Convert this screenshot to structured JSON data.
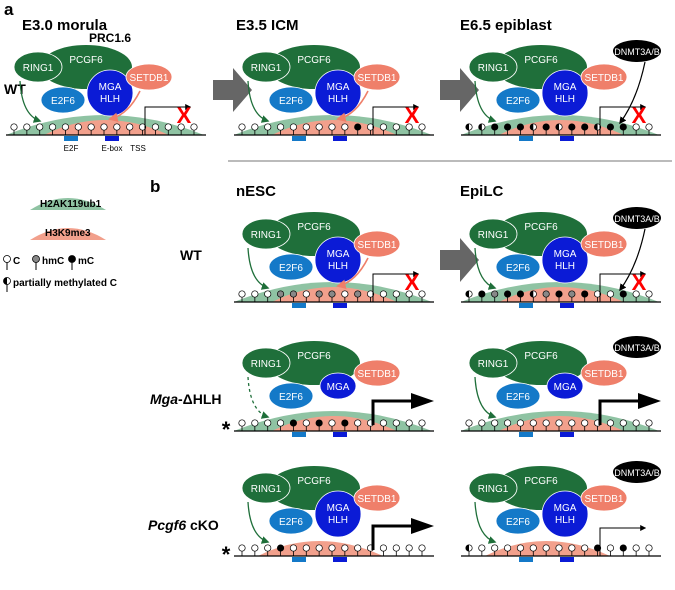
{
  "colors": {
    "prc_green": "#1f6f3a",
    "h2a_green": "#8fc3a3",
    "h3k9_salmon": "#f2a08c",
    "setdb1": "#ef7f6a",
    "mga_blue": "#0b1bd6",
    "e2f6_blue": "#1479c8",
    "dnmt_black": "#000000",
    "red_x": "#ff0000",
    "arrow_gray": "#666666",
    "hmc_gray": "#888888"
  },
  "labels": {
    "panel_a": "a",
    "panel_b": "b",
    "prc": "PRC1.6",
    "ring1": "RING1",
    "pcgf6": "PCGF6",
    "e2f6": "E2F6",
    "mga": "MGA",
    "hlh": "HLH",
    "setdb1": "SETDB1",
    "dnmt": "DNMT3A/B",
    "x": "X",
    "e2f": "E2F",
    "ebox": "E-box",
    "tss": "TSS",
    "star": "*",
    "wt": "WT",
    "mga_gene": "Mga",
    "mga_suffix": "-ΔHLH",
    "pcgf6_gene": "Pcgf6",
    "pcgf6_suffix": " cKO"
  },
  "stages": {
    "a1": "E3.0 morula",
    "a2": "E3.5 ICM",
    "a3": "E6.5 epiblast",
    "b1": "nESC",
    "b2": "EpiLC"
  },
  "legend": {
    "h2a": "H2AK119ub1",
    "h3k9": "H3K9me3",
    "c": "C",
    "hmc": "hmC",
    "mc": "mC",
    "partial": "partially methylated C"
  },
  "panels": [
    {
      "id": "a1",
      "mga_hlh": true,
      "dnmt": false,
      "h2a": true,
      "h3k9": true,
      "repressed": true,
      "big_arrow": false,
      "star": false,
      "dashed": false,
      "setdb1_arrow": true,
      "labels_below": true,
      "methylation": [
        "o",
        "o",
        "o",
        "o",
        "o",
        "o",
        "o",
        "o",
        "o",
        "o",
        "o",
        "o",
        "o",
        "o",
        "o"
      ]
    },
    {
      "id": "a2",
      "mga_hlh": true,
      "dnmt": false,
      "h2a": true,
      "h3k9": true,
      "repressed": true,
      "big_arrow": false,
      "star": false,
      "dashed": false,
      "setdb1_arrow": true,
      "labels_below": false,
      "methylation": [
        "o",
        "o",
        "o",
        "o",
        "o",
        "o",
        "o",
        "o",
        "o",
        "m",
        "o",
        "o",
        "o",
        "o",
        "o"
      ]
    },
    {
      "id": "a3",
      "mga_hlh": true,
      "dnmt": true,
      "h2a": true,
      "h3k9": true,
      "repressed": true,
      "big_arrow": false,
      "star": false,
      "dashed": false,
      "setdb1_arrow": false,
      "labels_below": false,
      "methylation": [
        "p",
        "p",
        "m",
        "m",
        "m",
        "p",
        "m",
        "p",
        "m",
        "m",
        "p",
        "m",
        "m",
        "o",
        "o"
      ]
    },
    {
      "id": "b1",
      "mga_hlh": true,
      "dnmt": false,
      "h2a": true,
      "h3k9": true,
      "repressed": true,
      "big_arrow": false,
      "star": false,
      "dashed": false,
      "setdb1_arrow": true,
      "labels_below": false,
      "methylation": [
        "o",
        "o",
        "o",
        "h",
        "h",
        "o",
        "h",
        "h",
        "o",
        "h",
        "o",
        "o",
        "o",
        "o",
        "o"
      ]
    },
    {
      "id": "b2",
      "mga_hlh": true,
      "dnmt": true,
      "h2a": true,
      "h3k9": true,
      "repressed": true,
      "big_arrow": false,
      "star": false,
      "dashed": false,
      "setdb1_arrow": false,
      "labels_below": false,
      "methylation": [
        "p",
        "m",
        "h",
        "m",
        "m",
        "p",
        "h",
        "m",
        "h",
        "m",
        "o",
        "o",
        "m",
        "o",
        "o"
      ]
    },
    {
      "id": "b3",
      "mga_hlh": false,
      "dnmt": false,
      "h2a": true,
      "h3k9": true,
      "repressed": false,
      "big_arrow": true,
      "star": true,
      "dashed": true,
      "setdb1_arrow": false,
      "labels_below": false,
      "methylation": [
        "o",
        "o",
        "o",
        "o",
        "m",
        "o",
        "m",
        "o",
        "m",
        "o",
        "o",
        "o",
        "o",
        "o",
        "o"
      ]
    },
    {
      "id": "b4",
      "mga_hlh": false,
      "dnmt": true,
      "h2a": true,
      "h3k9": true,
      "repressed": false,
      "big_arrow": true,
      "star": false,
      "dashed": false,
      "setdb1_arrow": false,
      "labels_below": false,
      "methylation": [
        "o",
        "o",
        "o",
        "o",
        "o",
        "o",
        "o",
        "o",
        "o",
        "o",
        "o",
        "o",
        "o",
        "o",
        "o"
      ]
    },
    {
      "id": "b5",
      "mga_hlh": true,
      "dnmt": false,
      "h2a": false,
      "h3k9": true,
      "repressed": false,
      "big_arrow": true,
      "star": true,
      "dashed": false,
      "setdb1_arrow": false,
      "labels_below": false,
      "methylation": [
        "o",
        "o",
        "o",
        "m",
        "o",
        "o",
        "o",
        "o",
        "o",
        "o",
        "o",
        "o",
        "o",
        "o",
        "o"
      ]
    },
    {
      "id": "b6",
      "mga_hlh": true,
      "dnmt": true,
      "h2a": false,
      "h3k9": true,
      "repressed": false,
      "big_arrow": false,
      "star": false,
      "dashed": false,
      "setdb1_arrow": false,
      "labels_below": false,
      "methylation": [
        "p",
        "o",
        "o",
        "o",
        "o",
        "o",
        "o",
        "o",
        "o",
        "o",
        "m",
        "o",
        "m",
        "o",
        "o"
      ]
    }
  ]
}
